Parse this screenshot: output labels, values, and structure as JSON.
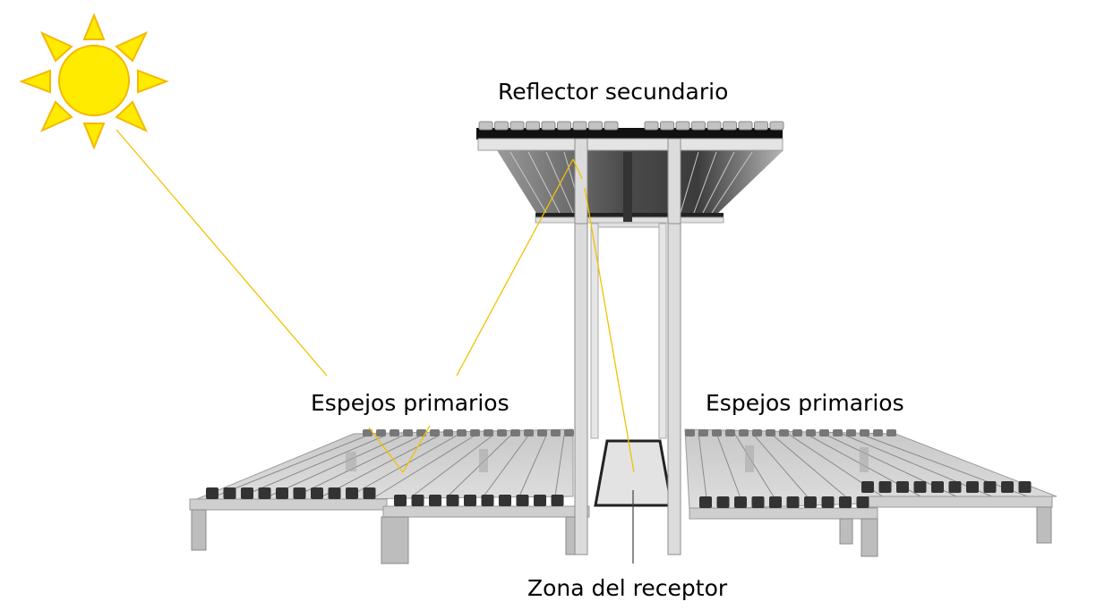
{
  "labels": {
    "secondary_reflector": "Reflector secundario",
    "primary_mirrors_left": "Espejos primarios",
    "primary_mirrors_right": "Espejos primarios",
    "receiver_zone": "Zona del receptor"
  },
  "colors": {
    "sun_fill": "#FFEB00",
    "sun_stroke": "#F5B800",
    "ray": "#F2C200",
    "pointer": "#404040",
    "structure_light": "#D9D9D9",
    "structure_mid": "#A6A6A6",
    "mirror_dark": "#3A3A3A",
    "receiver_fill": "#E3E3E3"
  },
  "icons": {
    "sun": "sun-icon"
  }
}
